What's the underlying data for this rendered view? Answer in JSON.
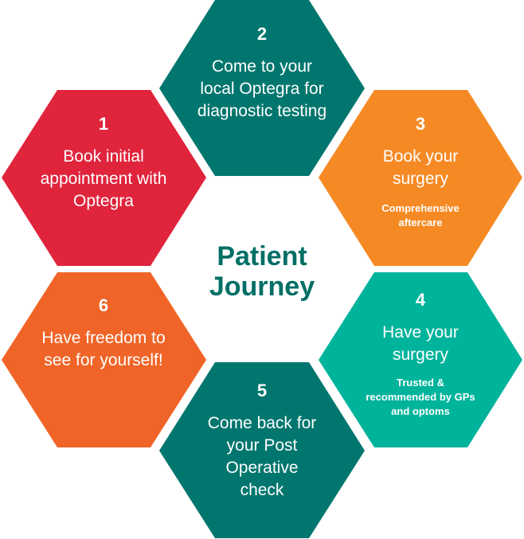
{
  "title": "Patient Journey",
  "steps": [
    {
      "number": "1",
      "label": "Book initial appointment with Optegra",
      "note": "",
      "color": "#e0243c"
    },
    {
      "number": "2",
      "label": "Come to your local Optegra for diagnostic testing",
      "note": "",
      "color": "#00766e"
    },
    {
      "number": "3",
      "label": "Book your surgery",
      "note": "Comprehensive aftercare",
      "color": "#f58a24"
    },
    {
      "number": "4",
      "label": "Have your surgery",
      "note": "Trusted & recommended by GPs and optoms",
      "color": "#00b39b"
    },
    {
      "number": "5",
      "label": "Come back for your Post Operative check",
      "note": "",
      "color": "#00766e"
    },
    {
      "number": "6",
      "label": "Have freedom to see for yourself!",
      "note": "",
      "color": "#f06427"
    }
  ]
}
